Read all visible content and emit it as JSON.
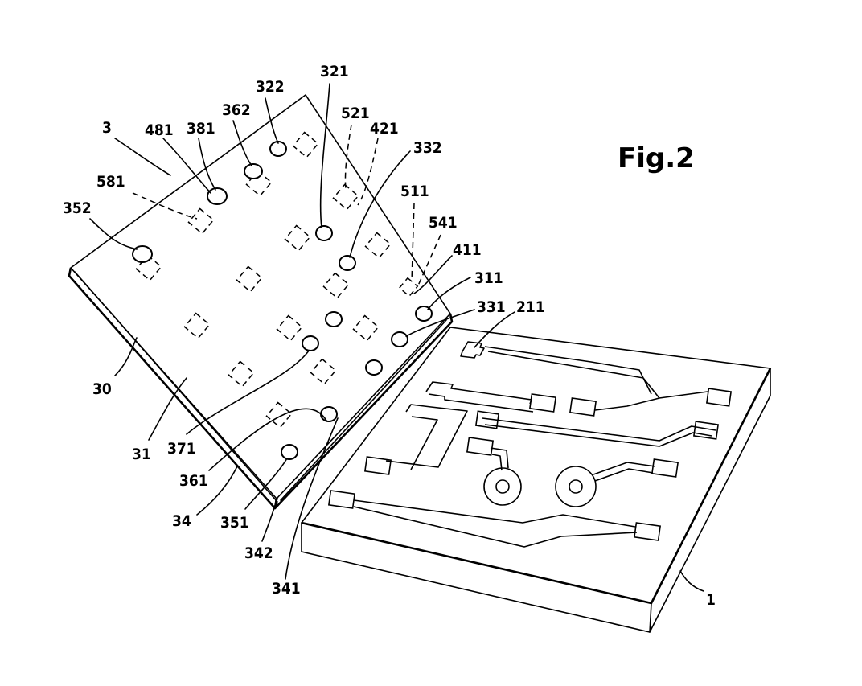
{
  "figure": {
    "title": "Fig.2",
    "colors": {
      "ink": "#000000",
      "paper": "#ffffff"
    }
  },
  "labels": {
    "chip_assembly": "3",
    "l481": "481",
    "l381": "381",
    "l362": "362",
    "l322": "322",
    "l321": "321",
    "l521": "521",
    "l421": "421",
    "l332": "332",
    "l581": "581",
    "l352": "352",
    "l511": "511",
    "l541": "541",
    "l411": "411",
    "l311": "311",
    "l331": "331",
    "l211": "211",
    "l30": "30",
    "l31": "31",
    "l371": "371",
    "l361": "361",
    "l34": "34",
    "l351": "351",
    "l342": "342",
    "l341": "341",
    "substrate": "1"
  }
}
